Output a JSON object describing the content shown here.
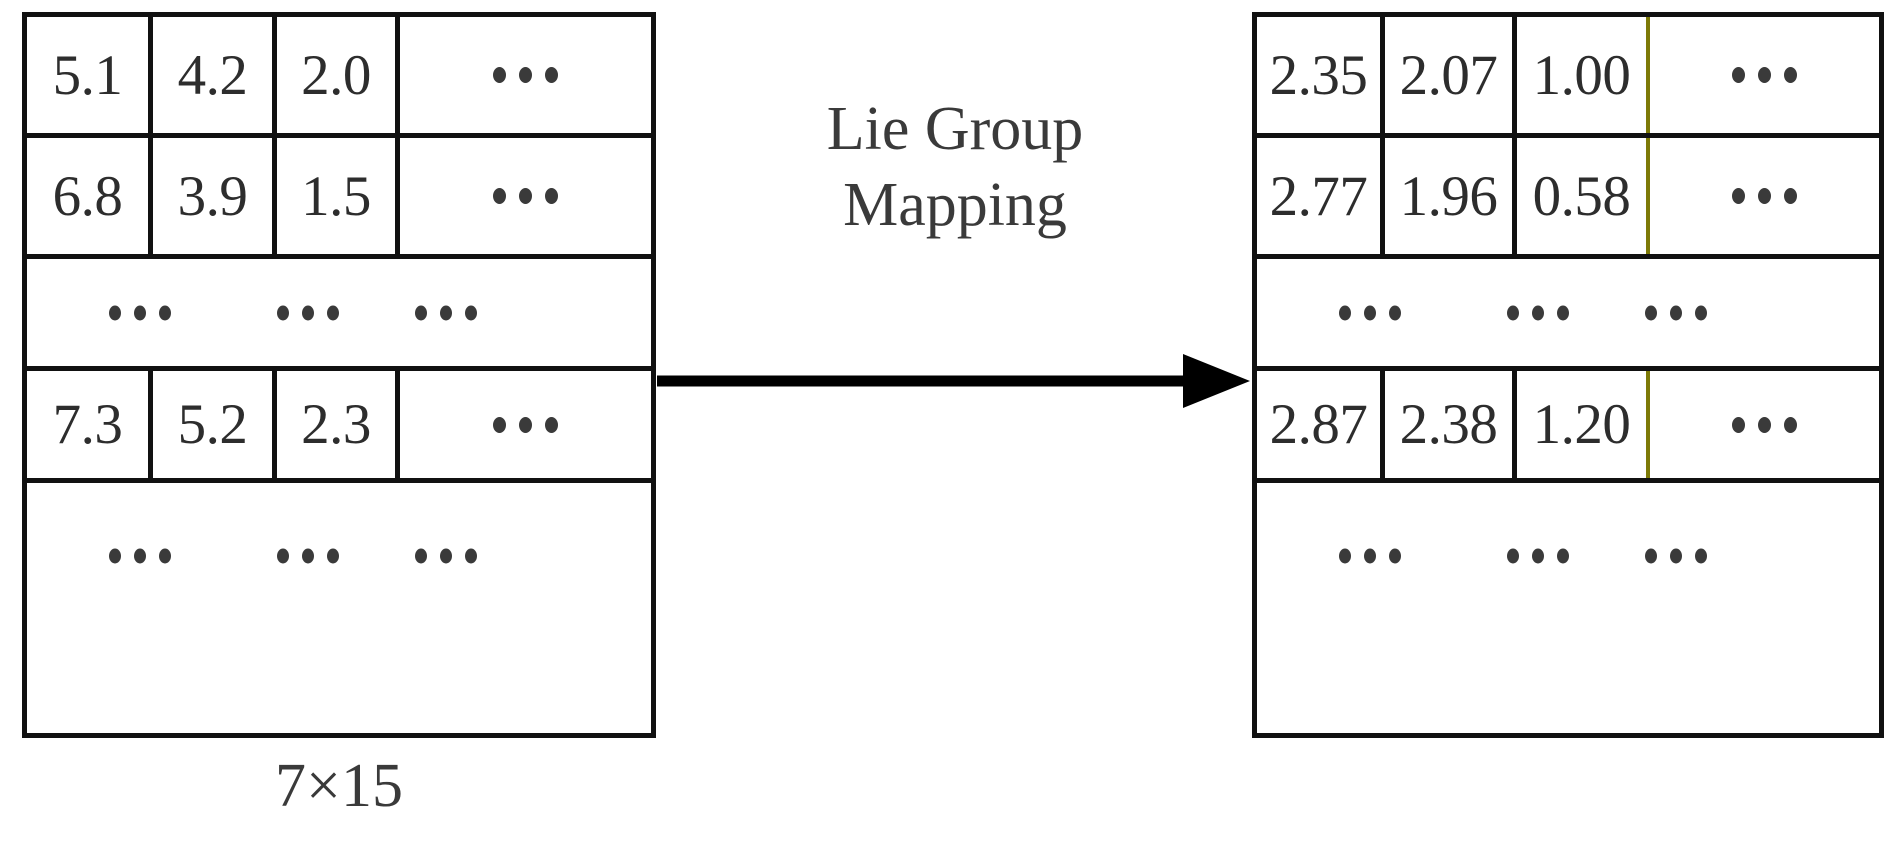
{
  "diagram": {
    "title": "Lie Group Mapping",
    "arrow": {
      "name": "rightwards-arrow",
      "direction": "right",
      "color": "#000000"
    },
    "mapping_label": {
      "line1": "Lie Group",
      "line2": "Mapping"
    },
    "left_matrix": {
      "name": "input-feature-matrix",
      "dimension_caption": "7×15",
      "rows": [
        {
          "type": "values",
          "cells": [
            "5.1",
            "4.2",
            "2.0",
            "…"
          ]
        },
        {
          "type": "values",
          "cells": [
            "6.8",
            "3.9",
            "1.5",
            "…"
          ]
        },
        {
          "type": "ellipsis",
          "cells": [
            "…",
            "…",
            "…"
          ]
        },
        {
          "type": "values",
          "cells": [
            "7.3",
            "5.2",
            "2.3",
            "…"
          ]
        },
        {
          "type": "ellipsis",
          "cells": [
            "…",
            "…",
            "…"
          ]
        }
      ]
    },
    "right_matrix": {
      "name": "lie-group-mapped-matrix",
      "rows": [
        {
          "type": "values",
          "cells": [
            "2.35",
            "2.07",
            "1.00",
            "…"
          ]
        },
        {
          "type": "values",
          "cells": [
            "2.77",
            "1.96",
            "0.58",
            "…"
          ]
        },
        {
          "type": "ellipsis",
          "cells": [
            "…",
            "…",
            "…"
          ]
        },
        {
          "type": "values",
          "cells": [
            "2.87",
            "2.38",
            "1.20",
            "…"
          ]
        },
        {
          "type": "ellipsis",
          "cells": [
            "…",
            "…",
            "…"
          ]
        }
      ]
    },
    "colors": {
      "border": "#111111",
      "text": "#2d2d2d",
      "background": "#ffffff",
      "olive_divider": "#7d7a07"
    }
  }
}
